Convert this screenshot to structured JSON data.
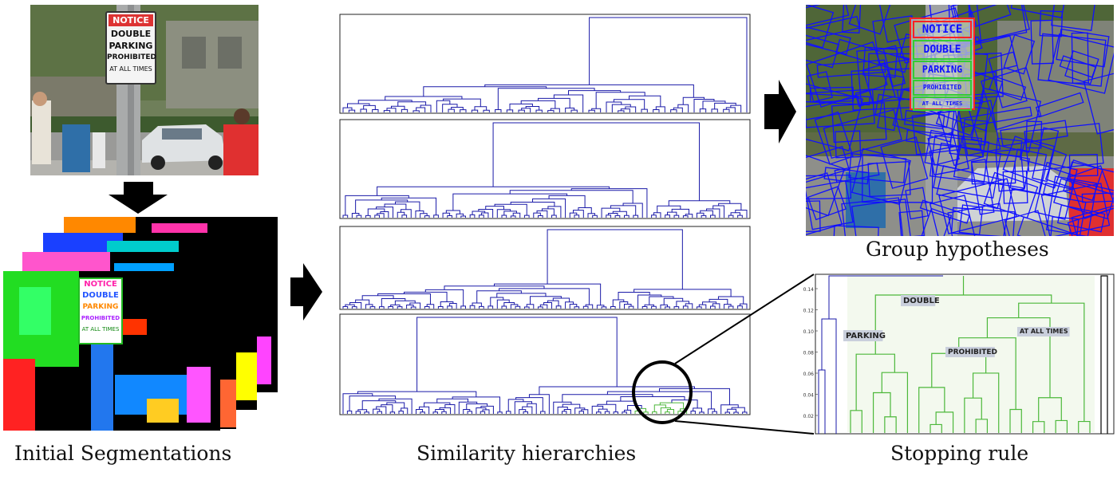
{
  "captions": {
    "initial": "Initial Segmentations",
    "hierarchies": "Similarity hierarchies",
    "hypotheses": "Group hypotheses",
    "stopping": "Stopping rule"
  },
  "sign": {
    "notice": "NOTICE",
    "line1": "DOUBLE",
    "line2": "PARKING",
    "line3": "PROHIBITED",
    "line4": "AT ALL TIMES"
  },
  "segment_sign": {
    "top": "NOTICE",
    "words": [
      "DOUBLE",
      "PARKING",
      "PROHIBITED",
      "AT ALL TIMES"
    ]
  },
  "zoom_dendrogram": {
    "y_ticks": [
      "0.14",
      "0.12",
      "0.10",
      "0.08",
      "0.06",
      "0.04",
      "0.02"
    ],
    "labels": [
      "DOUBLE",
      "PARKING",
      "PROHIBITED",
      "AT ALL TIMES"
    ]
  },
  "colors": {
    "dendrogram_blue": "#1a1aa8",
    "highlight_green": "#4cb83a",
    "hypothesis_blue": "#1010ff",
    "arrow": "#000000"
  }
}
